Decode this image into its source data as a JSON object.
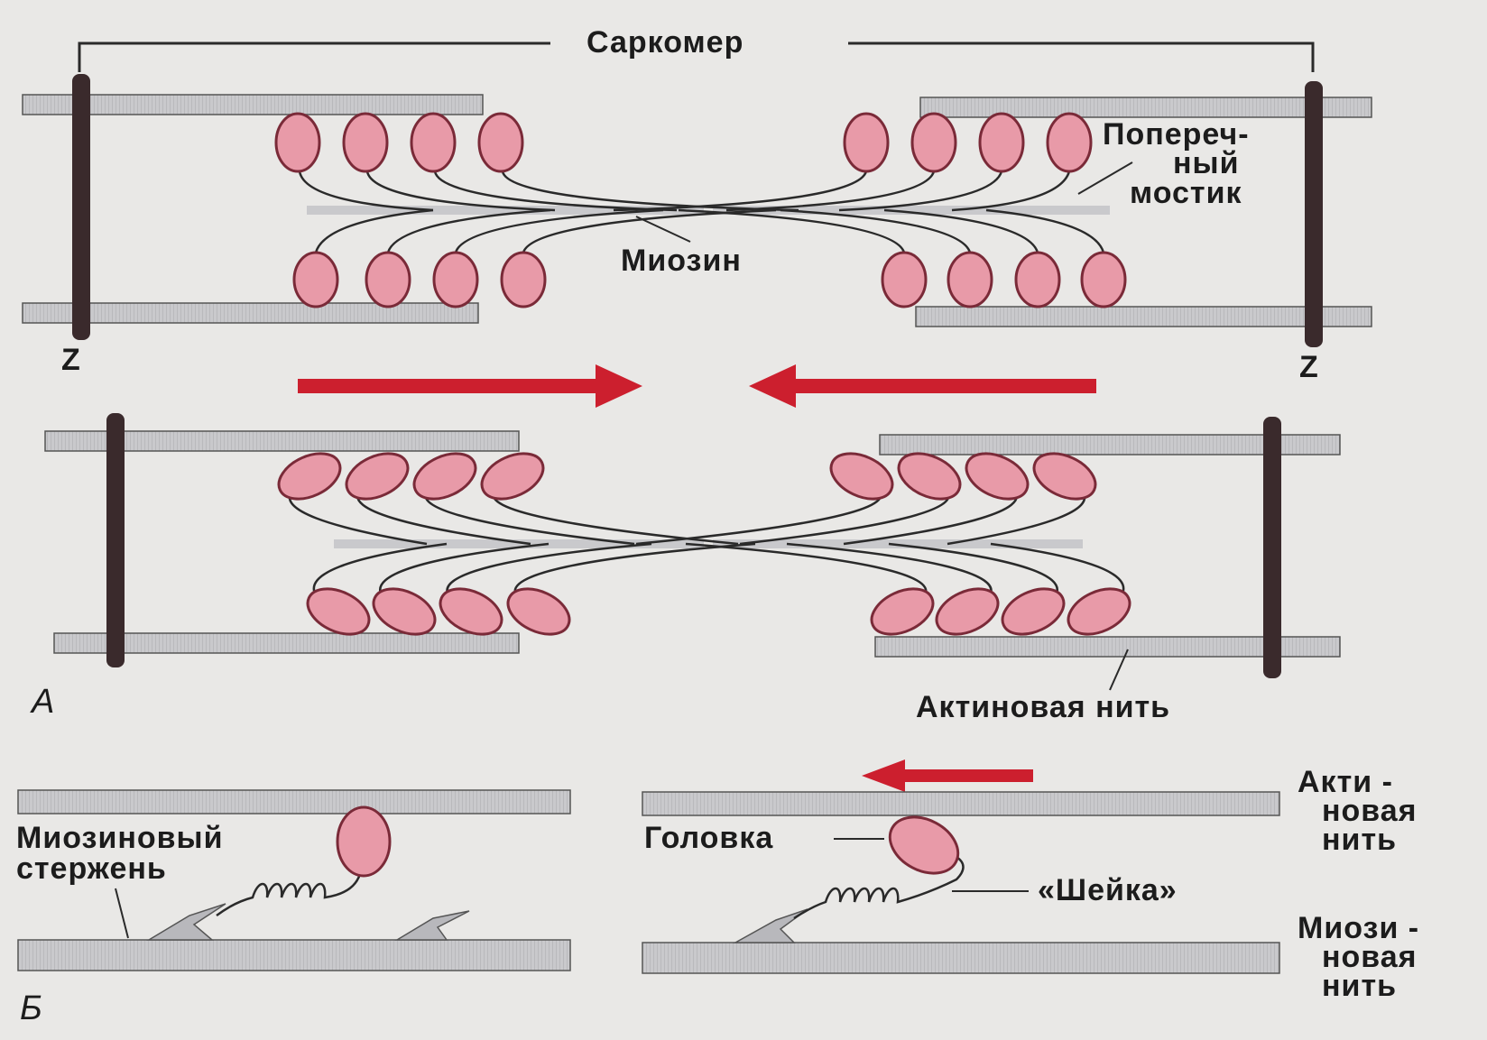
{
  "diagram": {
    "labels": {
      "sarcomere": "Саркомер",
      "cross_bridge_line1": "Попереч-",
      "cross_bridge_line2": "ный",
      "cross_bridge_line3": "мостик",
      "myosin": "Миозин",
      "z_left": "Z",
      "z_right": "Z",
      "panel_a": "А",
      "actin_filament": "Актиновая нить",
      "myosin_rod_line1": "Миозиновый",
      "myosin_rod_line2": "стержень",
      "head": "Головка",
      "neck": "«Шейка»",
      "actin_right_line1": "Акти -",
      "actin_right_line2": "новая",
      "actin_right_line3": "нить",
      "myosin_right_line1": "Миози -",
      "myosin_right_line2": "новая",
      "myosin_right_line3": "нить",
      "panel_b": "Б"
    },
    "colors": {
      "head_fill": "#e89aa8",
      "head_stroke": "#7a2a38",
      "filament_fill": "#c4c4c8",
      "z_line": "#3a2a2c",
      "arrow": "#cc1f2e",
      "line": "#2a2a2a"
    }
  }
}
